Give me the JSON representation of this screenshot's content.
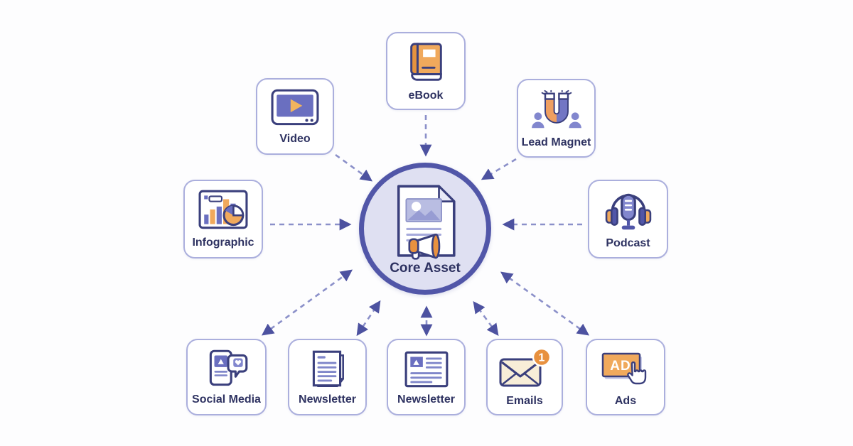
{
  "colors": {
    "navy": "#3a3f7c",
    "purple": "#6a6fc0",
    "purple_deep": "#5156a8",
    "lavender_fill": "#dfe0f2",
    "orange": "#f0a95c",
    "orange_deep": "#e8913f",
    "dash": "#8b90c9",
    "card_border": "#abafdd",
    "text_dark": "#2e3261",
    "background": "#fdfdfe"
  },
  "center": {
    "label": "Core Asset",
    "icon": "document-megaphone-icon"
  },
  "nodes": [
    {
      "id": "video",
      "label": "Video",
      "icon": "video-player-icon"
    },
    {
      "id": "ebook",
      "label": "eBook",
      "icon": "book-icon"
    },
    {
      "id": "lead-magnet",
      "label": "Lead Magnet",
      "icon": "magnet-icon"
    },
    {
      "id": "infographic",
      "label": "Infographic",
      "icon": "bar-chart-pie-icon"
    },
    {
      "id": "podcast",
      "label": "Podcast",
      "icon": "microphone-headphones-icon"
    },
    {
      "id": "social-media",
      "label": "Social Media",
      "icon": "social-post-heart-icon"
    },
    {
      "id": "newsletter-1",
      "label": "Newsletter",
      "icon": "newsletter-pages-icon"
    },
    {
      "id": "newsletter-2",
      "label": "Newsletter",
      "icon": "newsletter-article-icon"
    },
    {
      "id": "emails",
      "label": "Emails",
      "icon": "envelope-notification-icon",
      "badge": "1"
    },
    {
      "id": "ads",
      "label": "Ads",
      "icon": "ad-click-icon",
      "ad_text": "AD"
    }
  ],
  "connections": [
    {
      "from": "video",
      "to": "core-asset",
      "style": "dashed",
      "direction": "one-way"
    },
    {
      "from": "ebook",
      "to": "core-asset",
      "style": "dashed",
      "direction": "one-way"
    },
    {
      "from": "lead-magnet",
      "to": "core-asset",
      "style": "dashed",
      "direction": "one-way"
    },
    {
      "from": "infographic",
      "to": "core-asset",
      "style": "dashed",
      "direction": "one-way"
    },
    {
      "from": "podcast",
      "to": "core-asset",
      "style": "dashed",
      "direction": "one-way"
    },
    {
      "from": "social-media",
      "to": "core-asset",
      "style": "dashed",
      "direction": "two-way"
    },
    {
      "from": "newsletter-1",
      "to": "core-asset",
      "style": "dashed",
      "direction": "two-way"
    },
    {
      "from": "newsletter-2",
      "to": "core-asset",
      "style": "dashed",
      "direction": "two-way"
    },
    {
      "from": "emails",
      "to": "core-asset",
      "style": "dashed",
      "direction": "two-way"
    },
    {
      "from": "ads",
      "to": "core-asset",
      "style": "dashed",
      "direction": "two-way"
    }
  ]
}
